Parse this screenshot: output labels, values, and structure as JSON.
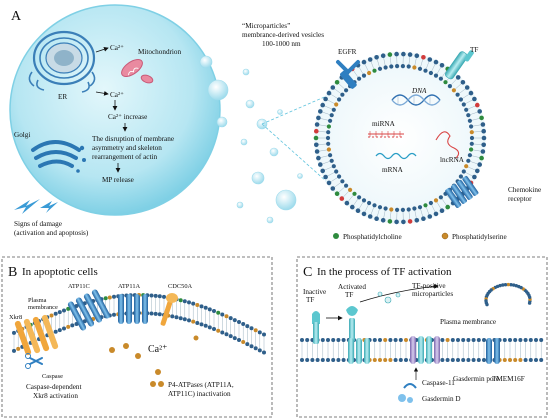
{
  "panel_a": {
    "letter": "A",
    "er": "ER",
    "golgi": "Golgi",
    "ca_top": "Ca²⁺",
    "mitochondrion": "Mitochondrion",
    "ca_mid": "Ca²⁺",
    "ca_increase": "Ca²⁺ increase",
    "disruption": [
      "The disruption of membrane",
      "asymmetry and skeleton",
      "rearrangement of actin"
    ],
    "mp_release": "MP release",
    "damage": [
      "Signs of damage",
      "(activation and apoptosis)"
    ],
    "microparticles": [
      "“Microparticles”",
      "membrance-derived vesicles",
      "100-1000 nm"
    ],
    "egfr": "EGFR",
    "tf": "TF",
    "dna": "DNA",
    "mirna": "miRNA",
    "lncrna": "lncRNA",
    "mrna": "mRNA",
    "chemokine": [
      "Chemokine",
      "receptor"
    ],
    "legend_pc": "Phosphatidylcholine",
    "legend_ps": "Phosphatidylserine"
  },
  "panel_b": {
    "letter": "B",
    "title": "In apoptotic cells",
    "atp11c": "ATP11C",
    "atp11a": "ATP11A",
    "cdc50a": "CDC50A",
    "xkr8": "Xkr8",
    "plasma": [
      "Plasma",
      "membrance"
    ],
    "caspase": "Caspase",
    "caspase_dep": [
      "Caspase-dependent",
      "Xkr8 activation"
    ],
    "ca": "Ca²⁺",
    "p4": [
      "P4-ATPases (ATP11A,",
      "ATP11C) inactivation"
    ]
  },
  "panel_c": {
    "letter": "C",
    "title": "In the process of TF activation",
    "inactive_tf": [
      "Inactive",
      "TF"
    ],
    "activated_tf": [
      "Activated",
      "TF"
    ],
    "tf_positive": [
      "TF-positive",
      "microparticles"
    ],
    "plasma_membrane": "Plasma membrance",
    "caspase11": "Caspase-11",
    "gasdermin_pore": "Gasdermin pore",
    "gasdermin_d": "Gasdermin D",
    "tmem16f": "TMEM16F"
  },
  "colors": {
    "cell_fill": "#aee3f0",
    "cell_edge": "#5fc3dd",
    "membrane_head": "#2f5f8a",
    "pc_head": "#2e8b3e",
    "ps_head": "#c98a2a",
    "red_head": "#d23b3b",
    "protein_blue": "#2f7fc1",
    "protein_orange": "#f0a63c",
    "protein_teal": "#5cc7cf",
    "protein_purple": "#9b86c4"
  }
}
